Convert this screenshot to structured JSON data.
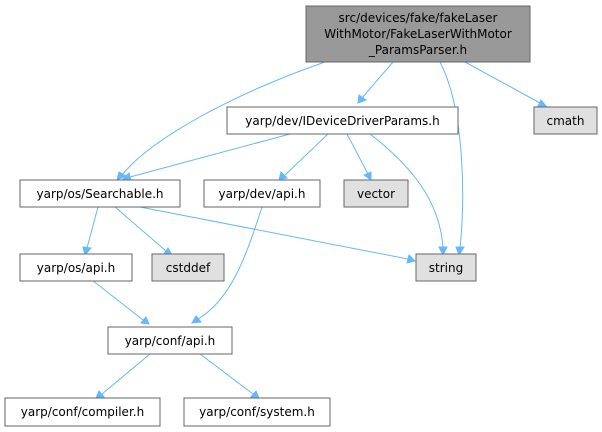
{
  "graph": {
    "colors": {
      "root_fill": "#999999",
      "node_fill": "#ffffff",
      "system_fill": "#e0e0e0",
      "border": "#666666",
      "edge": "#63b8ff"
    },
    "nodes": {
      "root": {
        "lines": [
          "src/devices/fake/fakeLaser",
          "WithMotor/FakeLaserWithMotor",
          "_ParamsParser.h"
        ],
        "kind": "root"
      },
      "idevice": {
        "label": "yarp/dev/IDeviceDriverParams.h",
        "kind": "local"
      },
      "cmath": {
        "label": "cmath",
        "kind": "system"
      },
      "searchable": {
        "label": "yarp/os/Searchable.h",
        "kind": "local"
      },
      "devapi": {
        "label": "yarp/dev/api.h",
        "kind": "local"
      },
      "vector": {
        "label": "vector",
        "kind": "system"
      },
      "osapi": {
        "label": "yarp/os/api.h",
        "kind": "local"
      },
      "cstddef": {
        "label": "cstddef",
        "kind": "system"
      },
      "string": {
        "label": "string",
        "kind": "system"
      },
      "confapi": {
        "label": "yarp/conf/api.h",
        "kind": "local"
      },
      "compiler": {
        "label": "yarp/conf/compiler.h",
        "kind": "local"
      },
      "system": {
        "label": "yarp/conf/system.h",
        "kind": "local"
      }
    }
  }
}
